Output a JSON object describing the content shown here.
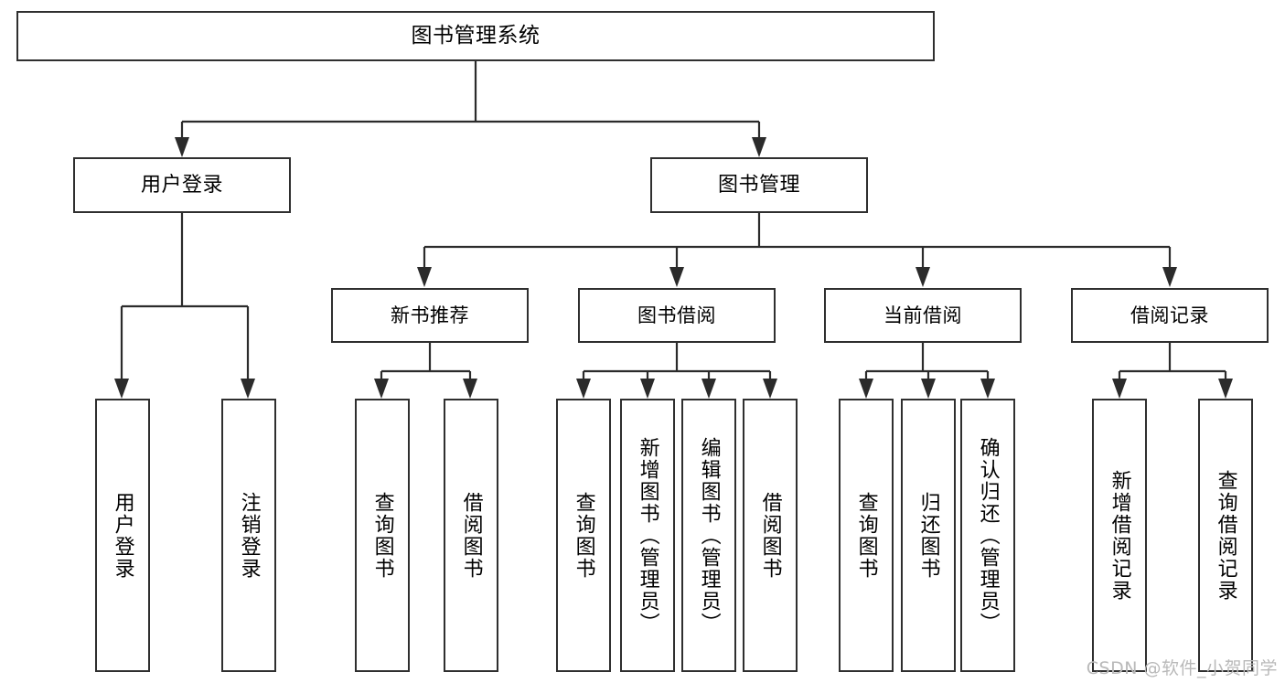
{
  "diagram": {
    "title": "图书管理系统",
    "type": "tree",
    "watermark": "CSDN @软件_小贺同学",
    "colors": {
      "box_border": "#2f2f2f",
      "box_fill": "#ffffff",
      "edge": "#2b2b2b",
      "text": "#000000",
      "watermark": "#b9b9b9"
    },
    "nodes": {
      "root": {
        "label": "图书管理系统"
      },
      "level2": [
        {
          "id": "user-login",
          "label": "用户登录"
        },
        {
          "id": "book-manage",
          "label": "图书管理"
        }
      ],
      "level3": [
        {
          "id": "new-book-recommend",
          "label": "新书推荐"
        },
        {
          "id": "book-borrow",
          "label": "图书借阅"
        },
        {
          "id": "current-borrow",
          "label": "当前借阅"
        },
        {
          "id": "borrow-record",
          "label": "借阅记录"
        }
      ],
      "leaves": [
        {
          "id": "leaf-user-login",
          "label": "用户登录",
          "parent": "user-login"
        },
        {
          "id": "leaf-user-logout",
          "label": "注销登录",
          "parent": "user-login"
        },
        {
          "id": "leaf-query-book-1",
          "label": "查询图书",
          "parent": "new-book-recommend"
        },
        {
          "id": "leaf-borrow-book-1",
          "label": "借阅图书",
          "parent": "new-book-recommend"
        },
        {
          "id": "leaf-query-book-2",
          "label": "查询图书",
          "parent": "book-borrow"
        },
        {
          "id": "leaf-add-book-admin",
          "label": "新增图书（管理员）",
          "parent": "book-borrow"
        },
        {
          "id": "leaf-edit-book-admin",
          "label": "编辑图书（管理员）",
          "parent": "book-borrow"
        },
        {
          "id": "leaf-borrow-book-2",
          "label": "借阅图书",
          "parent": "book-borrow"
        },
        {
          "id": "leaf-query-book-3",
          "label": "查询图书",
          "parent": "current-borrow"
        },
        {
          "id": "leaf-return-book",
          "label": "归还图书",
          "parent": "current-borrow"
        },
        {
          "id": "leaf-confirm-return-admin",
          "label": "确认归还（管理员）",
          "parent": "current-borrow"
        },
        {
          "id": "leaf-add-record",
          "label": "新增借阅记录",
          "parent": "borrow-record"
        },
        {
          "id": "leaf-query-record",
          "label": "查询借阅记录",
          "parent": "borrow-record"
        }
      ]
    }
  }
}
